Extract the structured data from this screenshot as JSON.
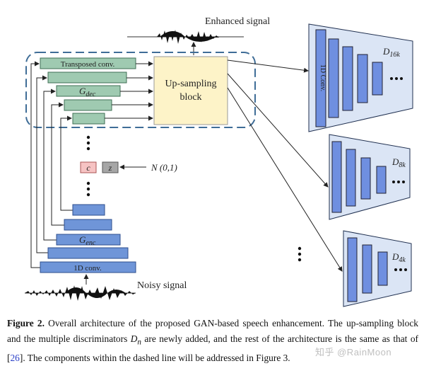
{
  "diagram": {
    "output_label": "Enhanced signal",
    "input_label": "Noisy signal",
    "upsampling_line1": "Up-sampling",
    "upsampling_line2": "block",
    "transposed_label": "Transposed conv.",
    "gdec_label": "G",
    "gdec_sub": "dec",
    "genc_label": "G",
    "genc_sub": "enc",
    "conv1d_label": "1D conv.",
    "c_label": "c",
    "z_label": "z",
    "noise_label": "N (0,1)",
    "disc_conv_label": "1D Conv.",
    "discriminators": [
      {
        "name": "D",
        "sub": "16k"
      },
      {
        "name": "D",
        "sub": "8k"
      },
      {
        "name": "D",
        "sub": "4k"
      }
    ],
    "colors": {
      "decoder_fill": "#9fcab1",
      "encoder_fill": "#6f95d8",
      "upsampling_fill": "#fdf3c8",
      "disc_fill": "#dbe5f5",
      "disc_layer_fill": "#6f8fe0",
      "c_fill": "#f6c3c3",
      "z_fill": "#a6a6a6",
      "dashed_border": "#3f6d97"
    }
  },
  "caption": {
    "fig_label": "Figure 2.",
    "part1": " Overall architecture of the proposed GAN-based speech enhancement. The up-sampling block and the multiple discriminators ",
    "dn": "D",
    "dn_sub": "n",
    "part2": " are newly added, and the rest of the architecture is the same as that of [",
    "ref": "26",
    "part3": "]. The components within the dashed line will be addressed in Figure 3."
  },
  "watermark": "知乎 @RainMoon"
}
